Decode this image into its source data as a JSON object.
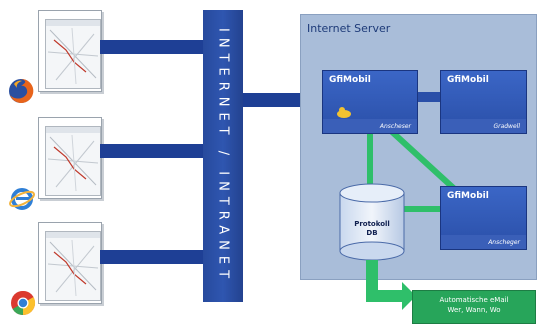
{
  "network": {
    "label": "INTERNET / INTRANET"
  },
  "server": {
    "title": "Internet Server",
    "modules": [
      {
        "title": "GfiMobil",
        "footer": "Anscheser"
      },
      {
        "title": "GfiMobil",
        "footer": "Gradwell"
      },
      {
        "title": "GfiMobil",
        "footer": "Anscheger"
      }
    ],
    "database": {
      "label_line1": "Protokoll",
      "label_line2": "DB"
    }
  },
  "email": {
    "line1": "Automatische eMail",
    "line2": "Wer, Wann, Wo"
  },
  "icons": [
    "firefox-icon",
    "internet-explorer-icon",
    "chrome-icon",
    "user-icon"
  ],
  "colors": {
    "pillar": "#2f56b0",
    "connector": "#1e3f95",
    "server_bg": "#a9bdd9",
    "module": "#2a4fa8",
    "link_green": "#2fbf6a",
    "email_green": "#27a55a"
  }
}
